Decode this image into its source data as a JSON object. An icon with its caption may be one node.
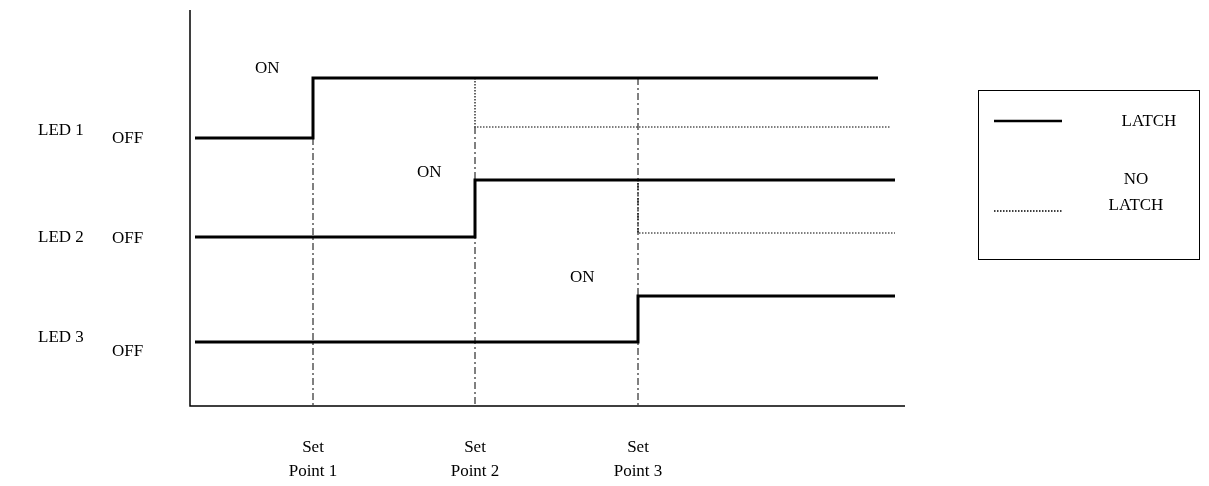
{
  "diagram": {
    "labels": [
      "ON",
      "LED 1",
      "OFF",
      "ON",
      "LED 2",
      "OFF",
      "ON",
      "LED 3",
      "OFF",
      "Set Point 1",
      "Set Point 2",
      "Set Point 3"
    ],
    "legend": [
      {
        "text": "LATCH"
      },
      {
        "text": "NO LATCH"
      }
    ]
  }
}
